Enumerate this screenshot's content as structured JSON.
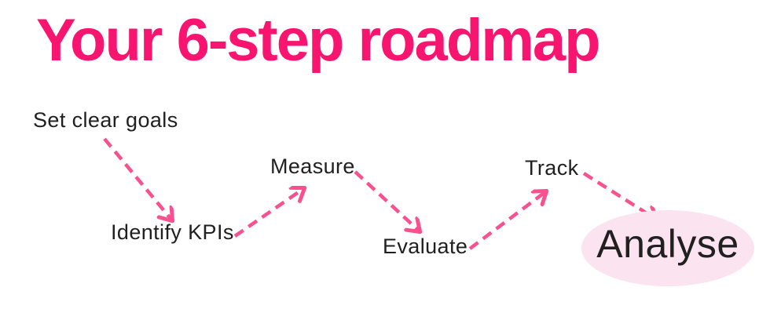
{
  "title": "Your 6-step roadmap",
  "colors": {
    "title_pink": "#F8156F",
    "arrow_pink": "#F9508F",
    "ellipse_pink": "#FBE3EF",
    "text_dark": "#202020"
  },
  "steps": [
    {
      "label": "Set clear goals",
      "highlighted": false
    },
    {
      "label": "Identify KPIs",
      "highlighted": false
    },
    {
      "label": "Measure",
      "highlighted": false
    },
    {
      "label": "Evaluate",
      "highlighted": false
    },
    {
      "label": "Track",
      "highlighted": false
    },
    {
      "label": "Analyse",
      "highlighted": true
    }
  ]
}
